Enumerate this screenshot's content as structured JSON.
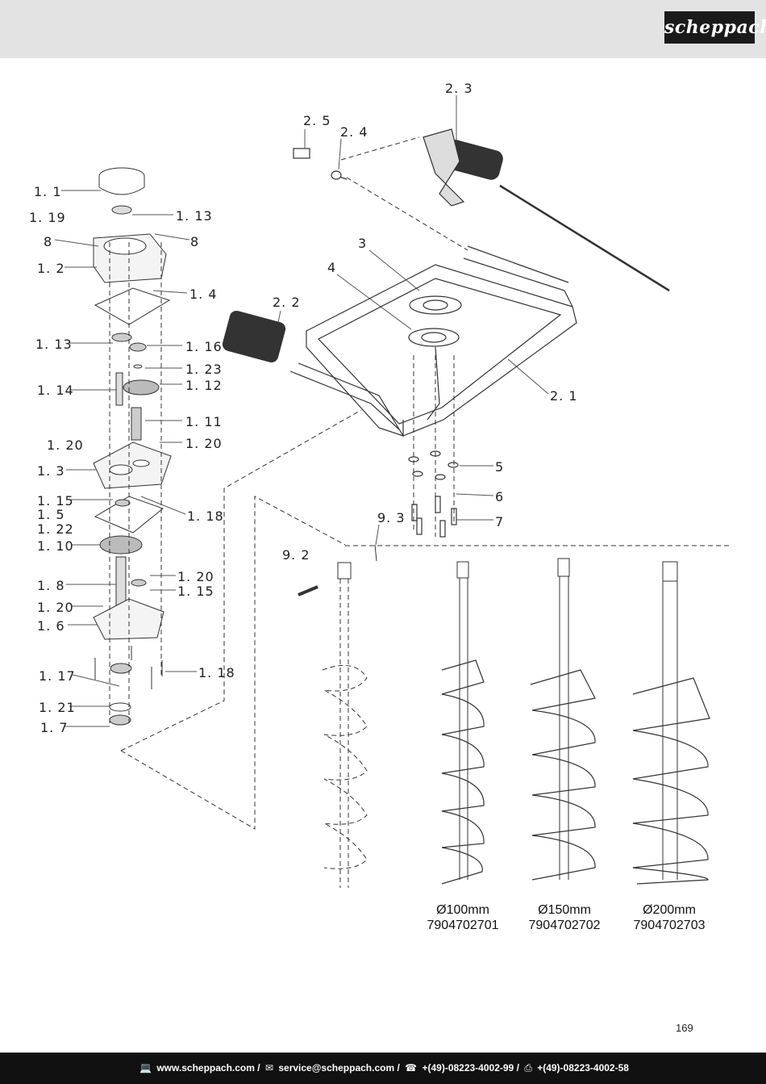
{
  "brand": {
    "logo_text": "scheppach"
  },
  "labels": {
    "p1_1": "1. 1",
    "p1_19": "1. 19",
    "p1_13a": "1. 13",
    "p8a": "8",
    "p8b": "8",
    "p1_2": "1. 2",
    "p1_4": "1. 4",
    "p1_13b": "1. 13",
    "p1_16": "1. 16",
    "p1_23": "1. 23",
    "p1_12": "1. 12",
    "p1_14": "1. 14",
    "p1_11": "1. 11",
    "p1_20a": "1. 20",
    "p1_20b": "1. 20",
    "p1_3": "1. 3",
    "p1_15a": "1. 15",
    "p1_5": "1. 5",
    "p1_18a": "1. 18",
    "p1_22": "1. 22",
    "p1_10": "1. 10",
    "p1_8": "1. 8",
    "p1_20c": "1. 20",
    "p1_15b": "1. 15",
    "p1_20d": "1. 20",
    "p1_6": "1. 6",
    "p1_17": "1. 17",
    "p1_18b": "1. 18",
    "p1_21": "1. 21",
    "p1_7": "1. 7",
    "p2_3": "2. 3",
    "p2_5": "2. 5",
    "p2_4": "2. 4",
    "p3": "3",
    "p4": "4",
    "p2_2": "2. 2",
    "p2_1": "2. 1",
    "p5": "5",
    "p6": "6",
    "p7": "7",
    "p9_3": "9. 3",
    "p9_2": "9. 2"
  },
  "augers": [
    {
      "diameter": "Ø100mm",
      "part_no": "7904702701"
    },
    {
      "diameter": "Ø150mm",
      "part_no": "7904702702"
    },
    {
      "diameter": "Ø200mm",
      "part_no": "7904702703"
    }
  ],
  "page_number": "169",
  "footer": {
    "web_icon": "computer-icon",
    "web": "www.scheppach.com",
    "mail_icon": "mail-icon",
    "mail": "service@scheppach.com",
    "phone_icon": "phone-icon",
    "phone": "+(49)-08223-4002-99",
    "fax_icon": "fax-icon",
    "fax": "+(49)-08223-4002-58",
    "sep": "/"
  }
}
